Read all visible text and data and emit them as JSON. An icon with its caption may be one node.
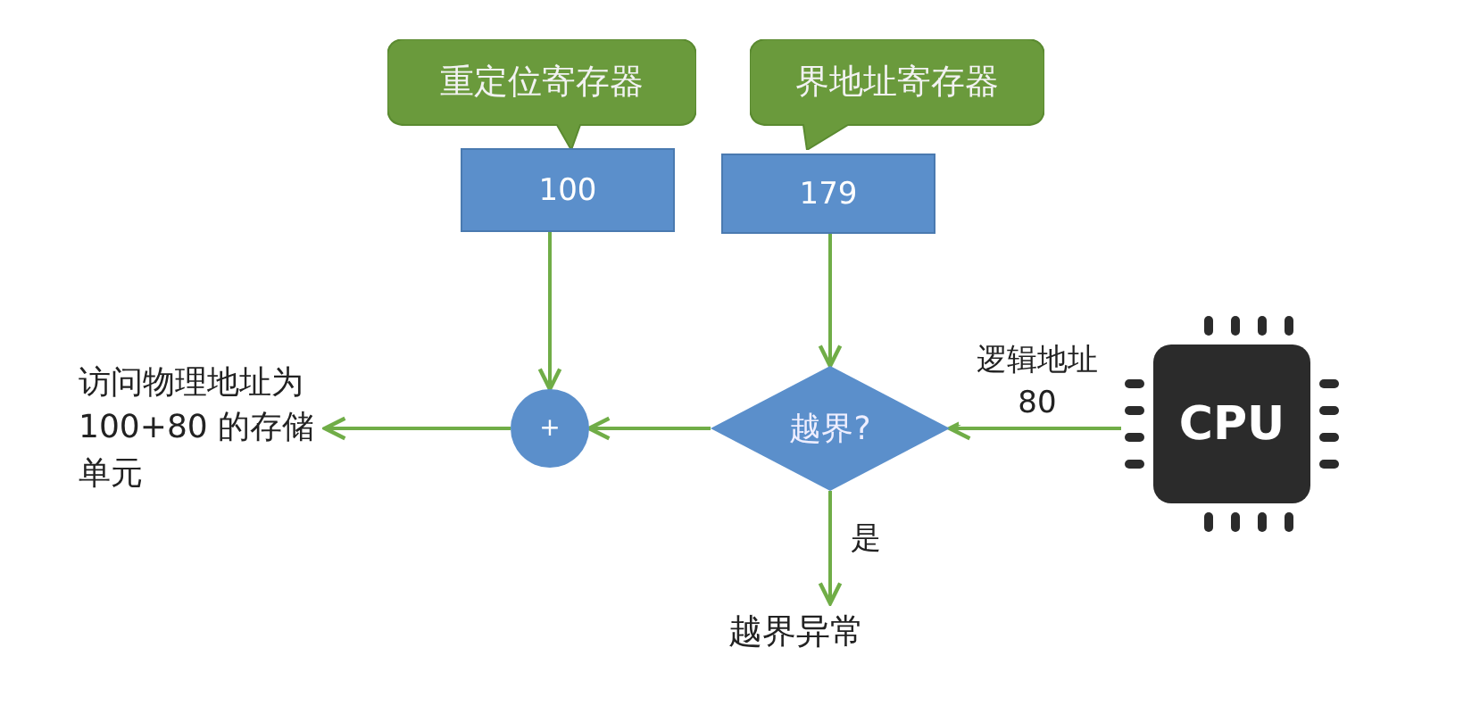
{
  "diagram": {
    "nodes": [
      {
        "text": [
          "重定位寄存器"
        ]
      },
      {
        "text": [
          "100"
        ]
      },
      {
        "text": [
          "界地址寄存器"
        ]
      },
      {
        "text": [
          "179"
        ]
      },
      {
        "text": [
          "访问物理地址为 100+80 的存储单元"
        ]
      },
      {
        "text": [
          "+"
        ]
      },
      {
        "text": [
          "越界?"
        ]
      },
      {
        "text": [
          "CPU"
        ]
      },
      {
        "text": [
          "越界异常"
        ]
      }
    ],
    "edges": [
      {
        "from": 1,
        "to": 5,
        "arrow": "to"
      },
      {
        "from": 3,
        "to": 6,
        "arrow": "to"
      },
      {
        "from": 6,
        "to": 5,
        "arrow": "to"
      },
      {
        "from": 5,
        "to": 4,
        "arrow": "to"
      },
      {
        "from": 7,
        "to": 6,
        "arrow": "to",
        "label": "逻辑地址 80"
      },
      {
        "from": 6,
        "to": 8,
        "arrow": "to",
        "label": "是"
      }
    ]
  }
}
